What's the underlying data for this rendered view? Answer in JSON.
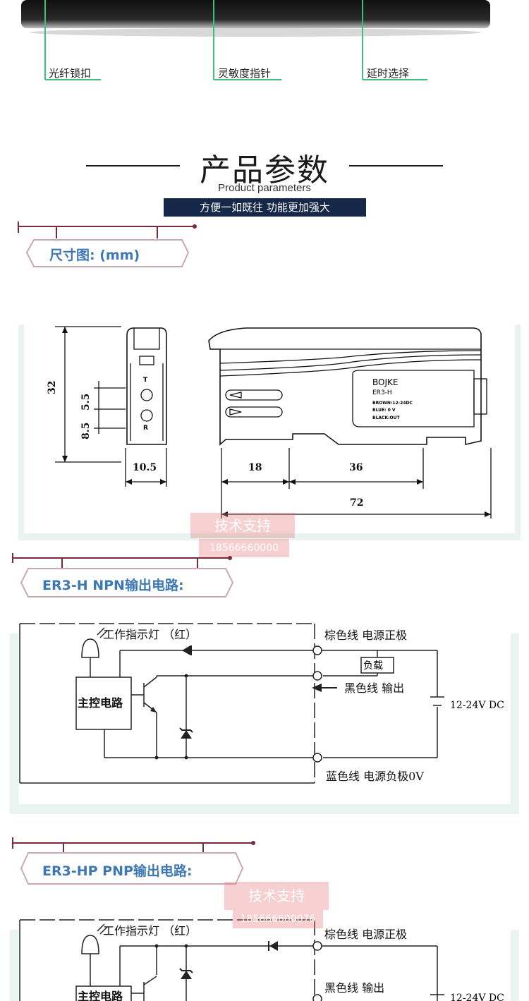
{
  "product_callouts": [
    {
      "label": "光纤锁扣"
    },
    {
      "label": "灵敏度指针"
    },
    {
      "label": "延时选择"
    }
  ],
  "section": {
    "title": "产品参数",
    "subtitle": "Product parameters",
    "slogan": "方便一如既往  功能更加强大"
  },
  "dimension_panel": {
    "tab_label": "尺寸图: (mm)",
    "dims": {
      "height": "32",
      "spacing_top": "5.5",
      "spacing_bottom": "8.5",
      "width": "10.5",
      "front": "18",
      "mid": "36",
      "total": "72"
    },
    "device_label": {
      "brand": "BOJKE",
      "model": "ER3-H",
      "line1": "BROWN:12-24DC",
      "line2": "BLUE: 0  V",
      "line3": "BLACK:OUT"
    },
    "button_t": "T",
    "button_r": "R",
    "watermark_text": "技术支持",
    "watermark_phone": "18566660000"
  },
  "npn_panel": {
    "tab_label": "ER3-H NPN输出电路:",
    "indicator": "工作指示灯  （红）",
    "main_circuit": "主控电路",
    "brown_wire": "棕色线  电源正极",
    "load": "负载",
    "black_wire": "黑色线  输出",
    "voltage": "12-24V DC",
    "blue_wire": "蓝色线  电源负极0V"
  },
  "pnp_panel": {
    "tab_label": "ER3-HP PNP输出电路:",
    "indicator": "工作指示灯  （红）",
    "main_circuit": "主控电路",
    "brown_wire": "棕色线  电源正极",
    "black_wire": "黑色线  输出",
    "voltage": "12-24V DC",
    "watermark_text": "技术支持",
    "watermark_phone": "185666600076"
  },
  "colors": {
    "accent_green": "#3fbf7a",
    "navy": "#15284a",
    "tab_blue": "#3d78b5",
    "panel_bg": "#e9f4f0",
    "tab_line": "#7a2b3a"
  }
}
